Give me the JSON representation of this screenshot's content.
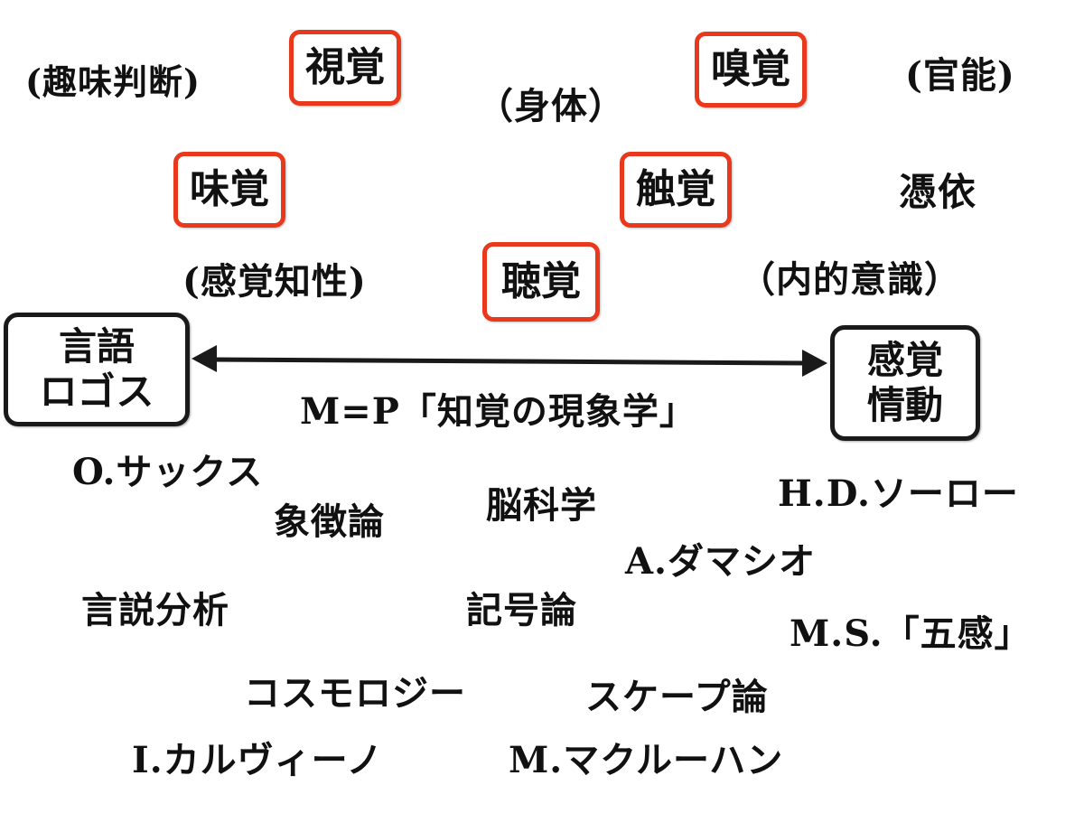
{
  "senses": {
    "sight": "視覚",
    "smell": "嗅覚",
    "taste": "味覚",
    "touch": "触覚",
    "hearing": "聴覚"
  },
  "labels": {
    "taste_judgment": "(趣味判断)",
    "body": "（身体）",
    "sensuality": "(官能)",
    "possession": "憑依",
    "sense_intellect": "(感覚知性)",
    "inner_consciousness": "（内的意識）"
  },
  "axis": {
    "left_line1": "言語",
    "left_line2": "ロゴス",
    "right_line1": "感覚",
    "right_line2": "情動",
    "caption": "M=P「知覚の現象学」"
  },
  "topics": {
    "sacks": "O.サックス",
    "symbolism": "象徴論",
    "neuroscience": "脳科学",
    "thoreau": "H.D.ソーロー",
    "damasio": "A.ダマシオ",
    "discourse": "言説分析",
    "semiotics": "記号論",
    "serres": "M.S.「五感」",
    "cosmology": "コスモロジー",
    "scape": "スケープ論",
    "calvino": "I.カルヴィーノ",
    "mcluhan": "M.マクルーハン"
  },
  "colors": {
    "sense_box_border": "#e8391c",
    "axis_box_border": "#1a1a1a"
  }
}
